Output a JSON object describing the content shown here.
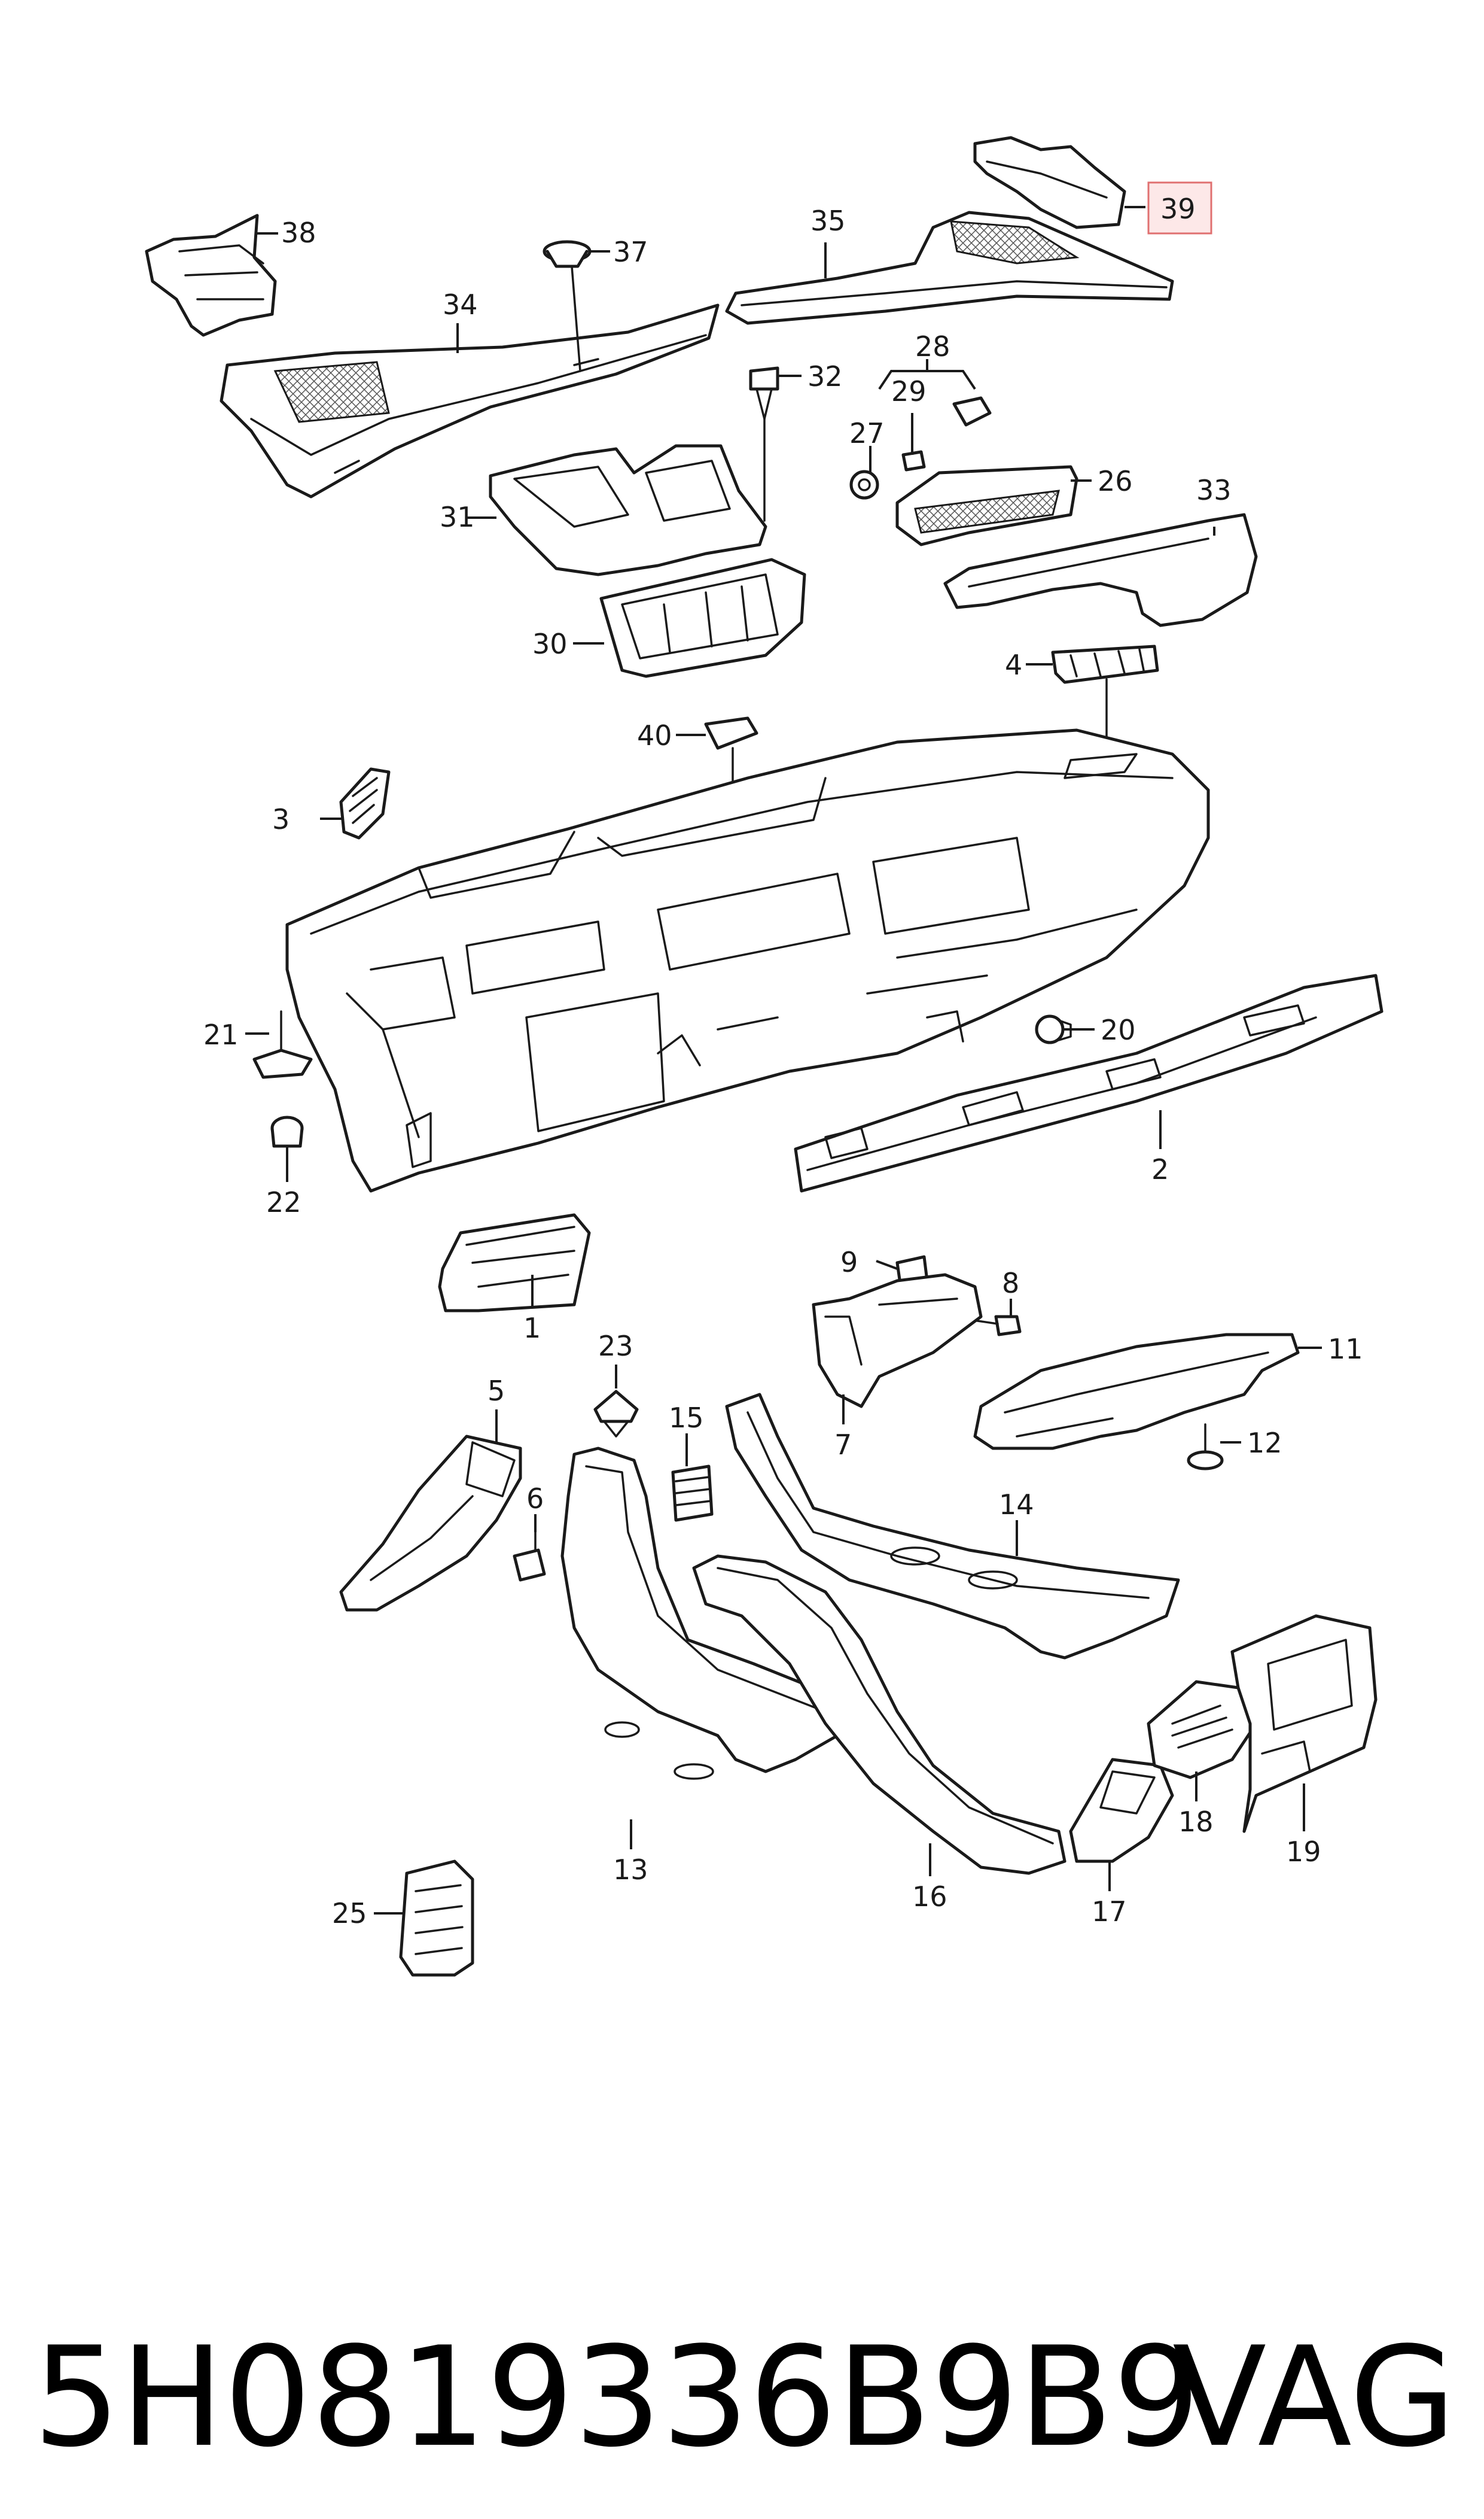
{
  "callouts": {
    "c1": "1",
    "c2": "2",
    "c3": "3",
    "c4": "4",
    "c5": "5",
    "c6": "6",
    "c7": "7",
    "c8": "8",
    "c9": "9",
    "c11": "11",
    "c12": "12",
    "c13": "13",
    "c14": "14",
    "c15": "15",
    "c16": "16",
    "c17": "17",
    "c18": "18",
    "c19": "19",
    "c20": "20",
    "c21": "21",
    "c22": "22",
    "c23": "23",
    "c25": "25",
    "c26": "26",
    "c27": "27",
    "c28": "28",
    "c29": "29",
    "c30": "30",
    "c31": "31",
    "c32": "32",
    "c33": "33",
    "c34": "34",
    "c35": "35",
    "c37": "37",
    "c38": "38",
    "c39": "39",
    "c40": "40"
  },
  "highlight": {
    "label": "39",
    "color": "#e07070",
    "fill": "#fde8e8"
  },
  "footer": {
    "part_number": "5H0819336B9B9",
    "brand": "VAG"
  }
}
